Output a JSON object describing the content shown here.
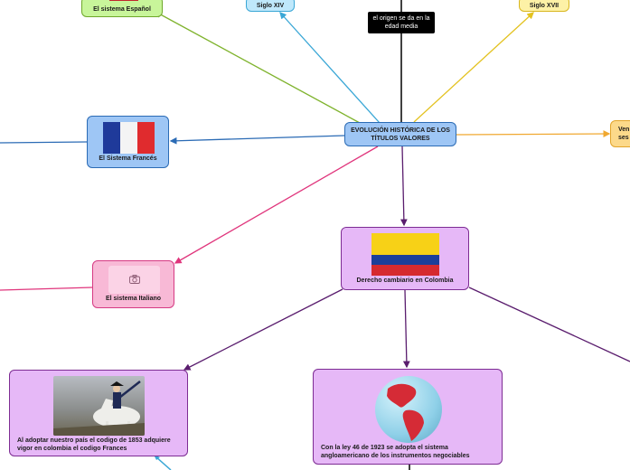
{
  "central": {
    "label": "EVOLUCIÓN HISTÓRICA DE LOS TÍTULOS VALORES"
  },
  "nodes": {
    "espanol": {
      "label": "El sistema Español"
    },
    "siglo_xiv": {
      "label": "Siglo XIV"
    },
    "siglo_xvii": {
      "label": "Siglo XVII"
    },
    "venecia": {
      "label": "Ven\nses"
    },
    "origen": {
      "label": "el origen  se da en la edad media"
    },
    "frances": {
      "label": "El Sistema Francés"
    },
    "italiano": {
      "label": "El sistema Italiano"
    },
    "colombia": {
      "label": "Derecho cambiario en Colombia"
    },
    "napoleon": {
      "label": "Al adoptar nuestro país el codigo de 1853 adquiere vigor en colombia el codigo Frances"
    },
    "ley": {
      "label": "Con la ley 46 de 1923 se adopta el sistema angloamericano de los instrumentos negociables"
    }
  },
  "icons": {
    "placeholder": "camera-icon",
    "napoleon_image": "napoleon-portrait-image",
    "globe_image": "americas-globe-image"
  },
  "colors": {
    "blue": "#2b6bb5",
    "green": "#7fb32d",
    "sky": "#3aa7d6",
    "yellow": "#e3c21f",
    "orange": "#f0a830",
    "pink": "#e0357c",
    "purple": "#5a1d6e",
    "flag_fr_blue": "#1f3a9a",
    "flag_fr_white": "#f4f4f4",
    "flag_fr_red": "#e02b2e",
    "flag_co_yellow": "#f7d117",
    "flag_co_blue": "#1c3f9a",
    "flag_co_red": "#d62a2f"
  }
}
